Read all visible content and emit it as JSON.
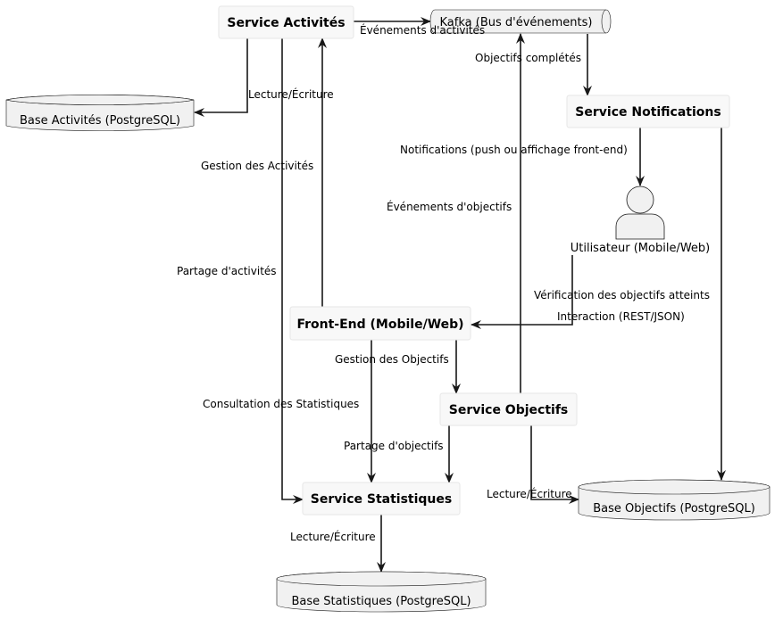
{
  "nodes": {
    "service_activites": "Service Activités",
    "kafka": "Kafka (Bus d'événements)",
    "service_notifications": "Service Notifications",
    "base_activites": "Base Activités (PostgreSQL)",
    "utilisateur": "Utilisateur (Mobile/Web)",
    "front_end": "Front-End (Mobile/Web)",
    "service_objectifs": "Service Objectifs",
    "service_statistiques": "Service Statistiques",
    "base_objectifs": "Base Objectifs (PostgreSQL)",
    "base_statistiques": "Base Statistiques (PostgreSQL)"
  },
  "edges": {
    "evenements_activites": "Événements d'activités",
    "objectifs_completes": "Objectifs complétés",
    "lecture_ecriture_activites": "Lecture/Écriture",
    "notifications": "Notifications (push ou affichage front-end)",
    "gestion_activites": "Gestion des Activités",
    "evenements_objectifs": "Événements d'objectifs",
    "partage_activites": "Partage d'activités",
    "verification_objectifs": "Vérification des objectifs atteints",
    "interaction": "Interaction (REST/JSON)",
    "gestion_objectifs": "Gestion des Objectifs",
    "consultation_statistiques": "Consultation des Statistiques",
    "partage_objectifs": "Partage d'objectifs",
    "lecture_ecriture_objectifs": "Lecture/Écriture",
    "lecture_ecriture_statistiques": "Lecture/Écriture"
  },
  "colors": {
    "line": "#181818",
    "node_fill": "#f8f8f8",
    "db_fill": "#f1f1f1"
  }
}
